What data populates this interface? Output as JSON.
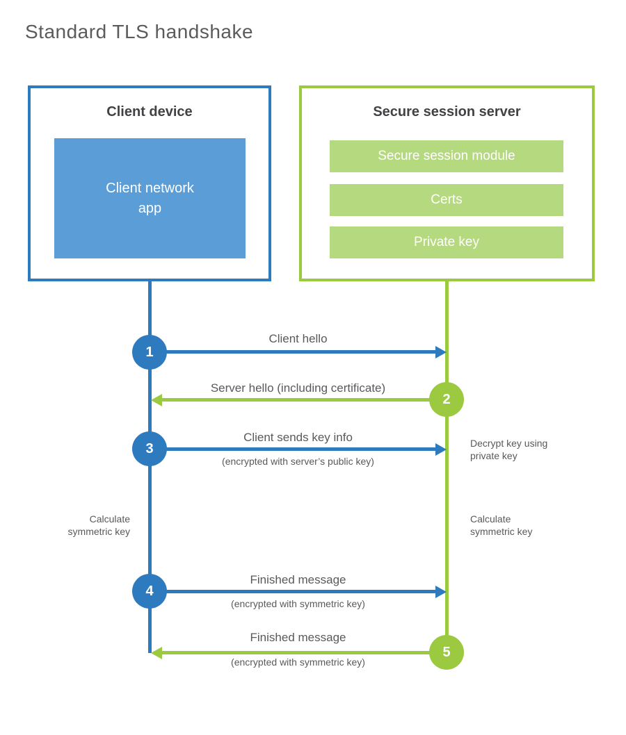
{
  "title": "Standard TLS handshake",
  "colors": {
    "blue": "#2e7abe",
    "blue_fill": "#5b9dd6",
    "green": "#9bc93f",
    "green_fill": "#b5d97e",
    "text": "#58595b",
    "heading": "#414245"
  },
  "client": {
    "title": "Client device",
    "component": "Client network app"
  },
  "server": {
    "title": "Secure session server",
    "components": [
      "Secure session module",
      "Certs",
      "Private key"
    ]
  },
  "steps": [
    {
      "num": "1",
      "actor": "client",
      "direction": "right",
      "label": "Client hello"
    },
    {
      "num": "2",
      "actor": "server",
      "direction": "left",
      "label": "Server hello (including certificate)"
    },
    {
      "num": "3",
      "actor": "client",
      "direction": "right",
      "label": "Client sends key info",
      "sublabel": "(encrypted with server’s public key)"
    },
    {
      "num": "4",
      "actor": "client",
      "direction": "right",
      "label": "Finished message",
      "sublabel": "(encrypted with symmetric key)"
    },
    {
      "num": "5",
      "actor": "server",
      "direction": "left",
      "label": "Finished message",
      "sublabel": "(encrypted with symmetric key)"
    }
  ],
  "side_notes": {
    "client_calc": {
      "line1": "Calculate",
      "line2": "symmetric key"
    },
    "server_decrypt": {
      "line1": "Decrypt key using",
      "line2": "private key"
    },
    "server_calc": {
      "line1": "Calculate",
      "line2": "symmetric key"
    }
  }
}
